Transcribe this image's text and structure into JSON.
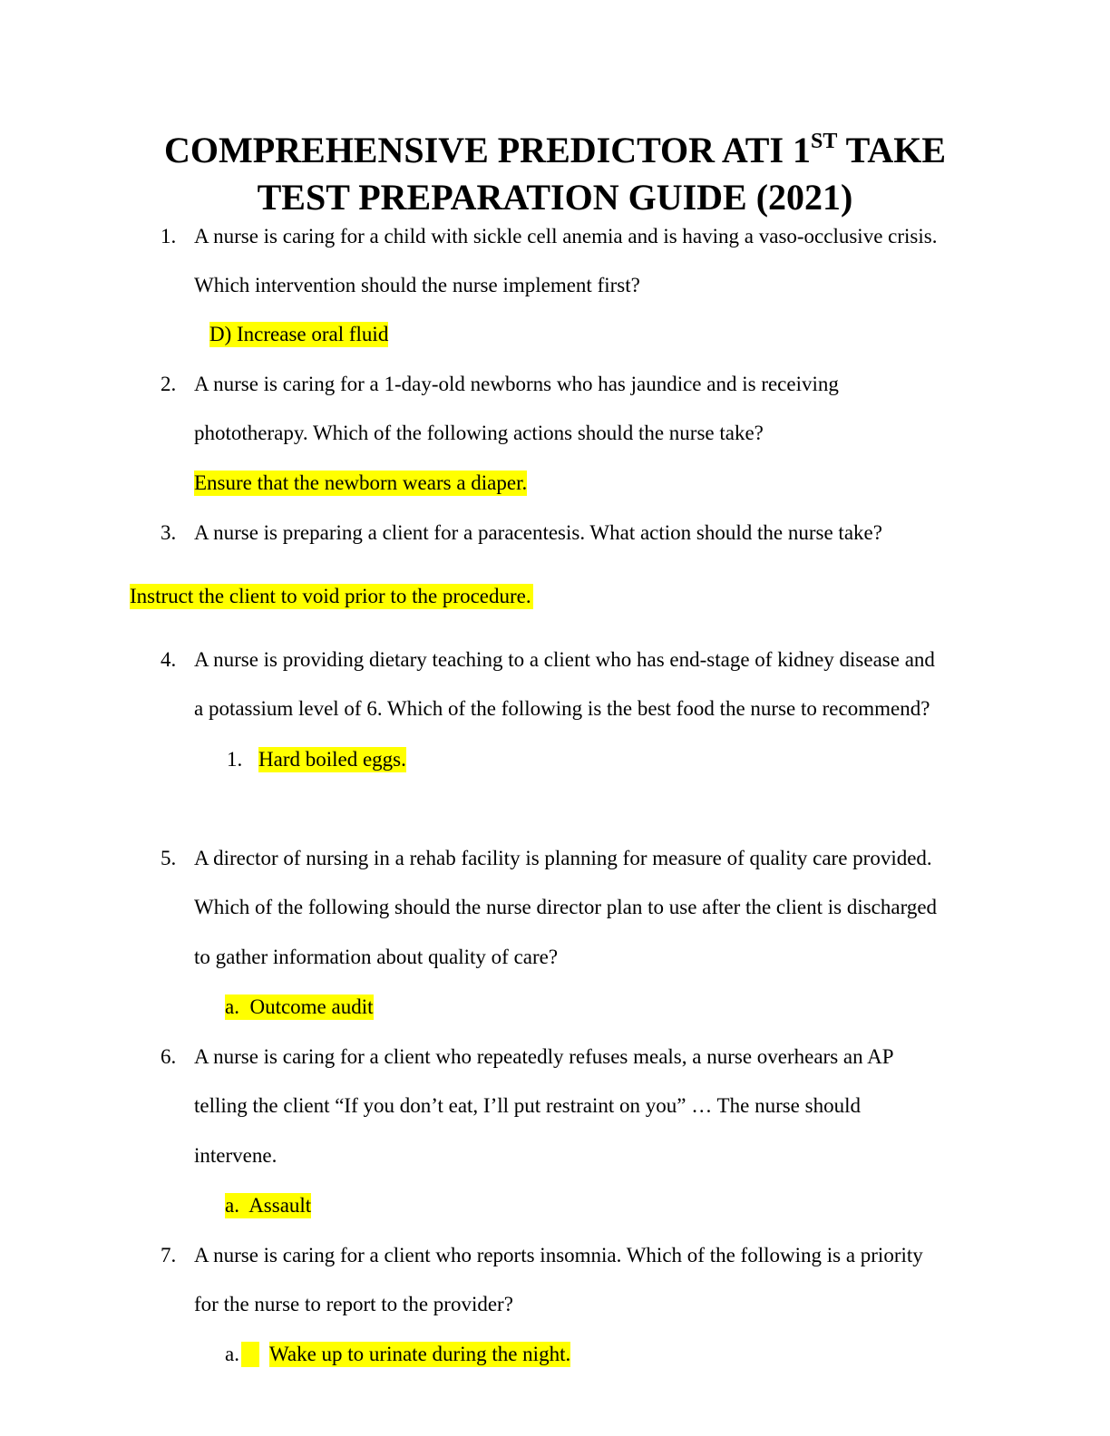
{
  "title": {
    "line1_a": "COMPREHENSIVE PREDICTOR ATI 1",
    "line1_sup": "ST",
    "line1_b": " TAKE",
    "line2": "TEST PREPARATION GUIDE (2021)"
  },
  "colors": {
    "highlight": "#ffff00",
    "text": "#000000"
  },
  "questions": [
    {
      "number": "1.",
      "lines": [
        "A nurse is caring for a child with sickle cell anemia and is having a vaso-occlusive crisis.",
        "Which intervention should the nurse implement first?"
      ],
      "answer": "D) Increase oral fluid"
    },
    {
      "number": "2.",
      "lines": [
        "A nurse is caring for a 1-day-old newborns who has jaundice and is receiving",
        "phototherapy. Which of the following actions should the nurse take?"
      ],
      "answer": "Ensure that the newborn wears a diaper."
    },
    {
      "number": "3.",
      "lines": [
        "A nurse is preparing a client for a paracentesis. What action should the nurse take?"
      ],
      "answer": " Instruct the client to void prior to the procedure."
    },
    {
      "number": "4.",
      "lines": [
        "A nurse is providing dietary teaching to a client who has end-stage of kidney disease and",
        "a potassium level of 6. Which of the following is the best food the nurse to recommend?"
      ],
      "answer_marker": "1.",
      "answer": "Hard boiled eggs."
    },
    {
      "number": "5.",
      "lines": [
        "A director of nursing in a rehab facility is planning for measure of quality care provided.",
        "Which of the following should the nurse director plan to use after the client is discharged",
        "to gather information about quality of care?"
      ],
      "answer": "a.  Outcome audit"
    },
    {
      "number": "6.",
      "lines": [
        "A nurse is caring for a client who repeatedly refuses meals, a nurse overhears an AP",
        "telling the client “If you don’t eat, I’ll put restraint on you” … The nurse should",
        "intervene."
      ],
      "answer": "a.  Assault"
    },
    {
      "number": "7.",
      "lines": [
        "A nurse is caring for a client who reports insomnia. Which of the following is a priority",
        "for the nurse to report to the provider?"
      ],
      "answer_marker": "a.",
      "answer": "Wake up to urinate during the night."
    }
  ]
}
